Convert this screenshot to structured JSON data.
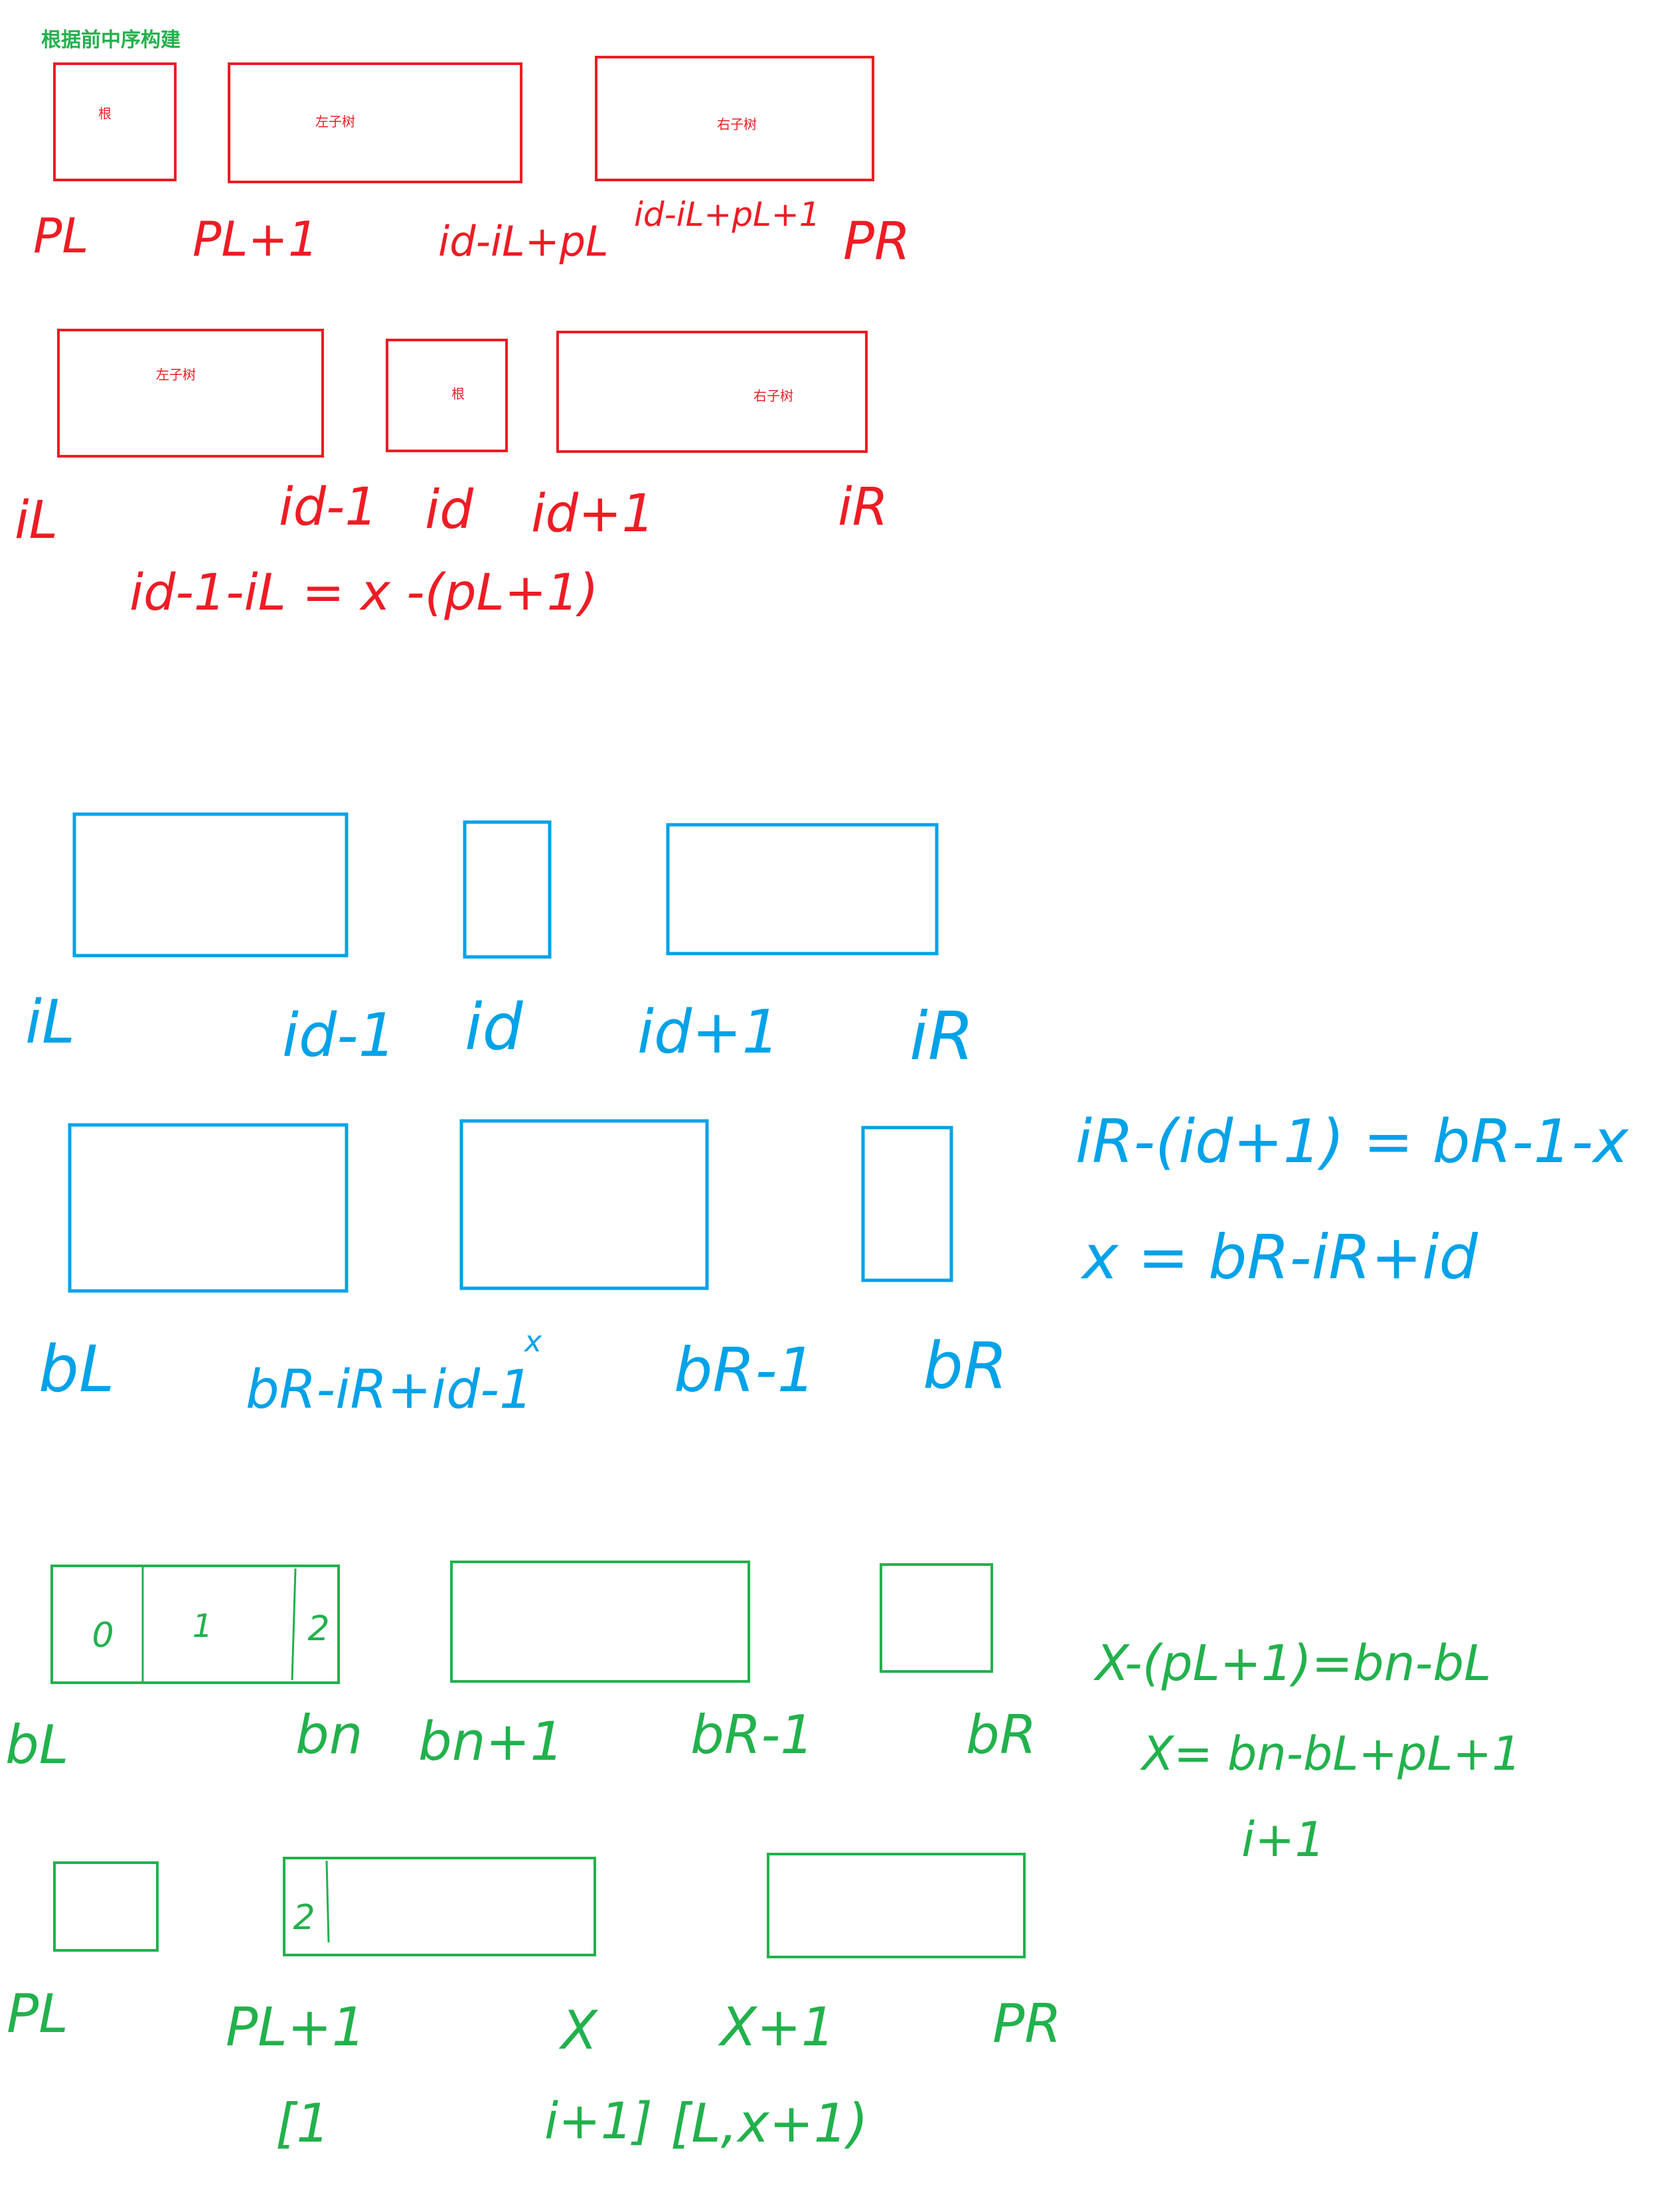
{
  "title": "根据前中序构建",
  "colors": {
    "title": "#22b14c",
    "red": "#ed1c24",
    "blue": "#00a2e8",
    "green": "#22b14c"
  },
  "red_section": {
    "preorder_boxes": [
      "根",
      "左子树",
      "右子树"
    ],
    "preorder_labels": [
      "PL",
      "PL+1",
      "id-iL+pL",
      "id-iL+pL+1",
      "PR"
    ],
    "inorder_boxes": [
      "左子树",
      "根",
      "右子树"
    ],
    "inorder_labels": [
      "iL",
      "id-1",
      "id",
      "id+1",
      "iR"
    ],
    "equation": "id-1-iL = x -(pL+1)"
  },
  "blue_section": {
    "inorder_labels": [
      "iL",
      "id-1",
      "id",
      "id+1",
      "iR"
    ],
    "postorder_labels": [
      "bL",
      "bR-iR+id-1",
      "x",
      "bR-1",
      "bR"
    ],
    "equations": [
      "iR-(id+1) = bR-1-x",
      "x = bR-iR+id"
    ]
  },
  "green_section": {
    "array_cells": [
      "0",
      "1",
      "2"
    ],
    "row1_labels": [
      "bL",
      "bn",
      "bn+1",
      "bR-1",
      "bR"
    ],
    "row2_box_marker": "2",
    "row2_labels": [
      "PL",
      "PL+1",
      "X",
      "X+1",
      "PR"
    ],
    "row2_sublabels": [
      "[1",
      "i+1]",
      "[L,x+1)"
    ],
    "equations": [
      "X-(pL+1)=bn-bL",
      "X= bn-bL+pL+1",
      "i+1"
    ]
  }
}
